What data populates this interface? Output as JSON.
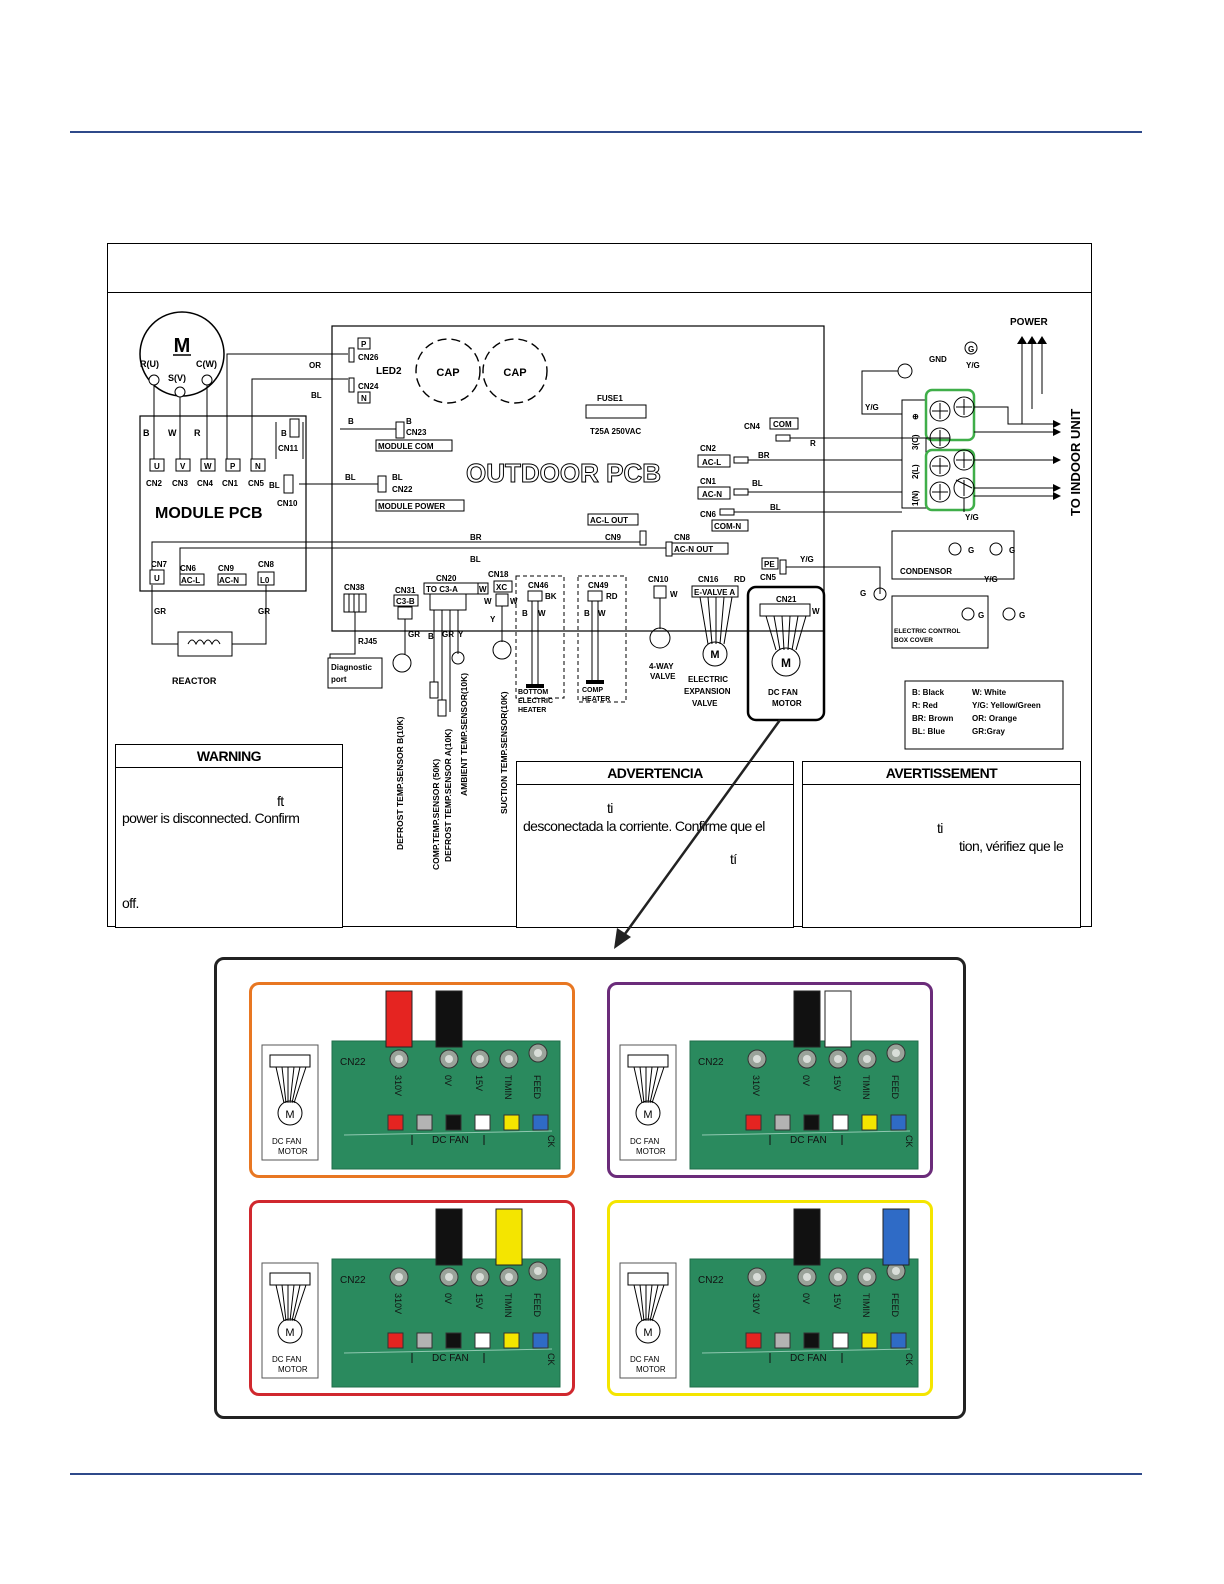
{
  "diagram": {
    "motor": {
      "symbol": "M",
      "terminals": [
        "R(U)",
        "S(V)",
        "C(W)"
      ]
    },
    "module_pcb": {
      "title": "MODULE PCB",
      "top_pins": [
        "U",
        "V",
        "W",
        "P",
        "N"
      ],
      "top_connectors": [
        "CN2",
        "CN3",
        "CN4",
        "CN1",
        "CN5"
      ],
      "wire_letters": [
        "B",
        "W",
        "R"
      ],
      "bottom_connectors": [
        "CN7",
        "CN6",
        "CN9",
        "CN8"
      ],
      "bottom_pins": [
        "U",
        "AC-L",
        "AC-N",
        "L0"
      ],
      "cn11": "CN11",
      "cn10": "CN10"
    },
    "reactor": {
      "label": "REACTOR",
      "wire": "GR"
    },
    "outdoor_pcb": {
      "title": "OUTDOOR PCB",
      "cap": "CAP",
      "led": "LED2",
      "fuse": "FUSE1",
      "fuse_rating": "T25A 250VAC",
      "p": "P",
      "n": "N",
      "cn26": "CN26",
      "cn24": "CN24",
      "cn23": "CN23",
      "cn22": "CN22",
      "module_com": "MODULE COM",
      "module_power": "MODULE POWER",
      "cn4": "CN4",
      "com": "COM",
      "cn2": "CN2",
      "acl": "AC-L",
      "cn1": "CN1",
      "acn": "AC-N",
      "cn6": "CN6",
      "comn": "COM-N",
      "acl_out": "AC-L OUT",
      "cn9": "CN9",
      "cn8": "CN8",
      "acn_out": "AC-N OUT",
      "pe": "PE",
      "cn5": "CN5"
    },
    "colors_short": {
      "b": "B",
      "w": "W",
      "r": "R",
      "or": "OR",
      "bl": "BL",
      "br": "BR",
      "yg": "Y/G",
      "g": "G",
      "rd": "RD",
      "bk": "BK",
      "gr": "GR",
      "y": "Y"
    },
    "lower_components": {
      "cn38": "CN38",
      "rj45": "RJ45",
      "diag1": "Diagnostic",
      "diag2": "port",
      "cn31": "CN31",
      "cb": "C3-B",
      "cn20": "CN20",
      "to_c3": "TO C3-A",
      "cn18": "CN18",
      "xc": "XC",
      "cn46": "CN46",
      "cn49": "CN49",
      "cn10": "CN10",
      "cn16": "CN16",
      "e_valve": "E-VALVE A",
      "cn21": "CN21",
      "defrost_b": "DEFROST TEMP.SENSOR B(10K)",
      "comp_temp": "COMP.TEMP.SENSOR (50K)",
      "defrost_a": "DEFROST TEMP.SENSOR A(10K)",
      "ambient": "AMBIENT TEMP.SENSOR(10K)",
      "suction": "SUCTION TEMP.SENSOR(10K)",
      "bottom_heater": [
        "BOTTOM",
        "ELECTRIC",
        "HEATER"
      ],
      "comp_heater": [
        "COMP",
        "HEATER"
      ],
      "four_way": [
        "4-WAY",
        "VALVE"
      ],
      "eev": [
        "ELECTRIC",
        "EXPANSION",
        "VALVE"
      ],
      "dc_fan": [
        "DC FAN",
        "MOTOR"
      ]
    },
    "right_side": {
      "power": "POWER",
      "gnd": "GND",
      "yg": "Y/G",
      "terminals": [
        "⊕",
        "3(C)",
        "2(L)",
        "1(N)"
      ],
      "to_indoor": "TO INDOOR UNIT",
      "condensor": "CONDENSOR",
      "ebox": [
        "ELECTRIC CONTROL",
        "BOX COVER"
      ]
    },
    "legend": [
      [
        "B:  Black",
        "W:  White"
      ],
      [
        "R:  Red",
        "Y/G:  Yellow/Green"
      ],
      [
        "BR:  Brown",
        "OR:  Orange"
      ],
      [
        "BL:  Blue",
        "GR:Gray"
      ]
    ]
  },
  "warnings": {
    "en_title": "WARNING",
    "en_lines": [
      "ft",
      "power is disconnected. Confirm",
      "off."
    ],
    "es_title": "ADVERTENCIA",
    "es_lines": [
      "ti",
      "desconectada la corriente. Confirme que el",
      "tí"
    ],
    "fr_title": "AVERTISSEMENT",
    "fr_lines": [
      "ti",
      "tion, vérifiez que le"
    ]
  },
  "detail": {
    "board_label": "CN22",
    "pin_labels": [
      "310V",
      "0V",
      "15V",
      "TIMIN",
      "FEED",
      "CK"
    ],
    "dc_fan_label": "DC FAN",
    "thumb_label": [
      "DC FAN",
      "MOTOR"
    ],
    "swatch_colors": [
      "#e52421",
      "#b3b3b3",
      "#111111",
      "#ffffff",
      "#f4e500",
      "#2f6bc6"
    ],
    "panels": [
      {
        "border": "#e87722",
        "probes": [
          {
            "color": "#e52421",
            "pin": 0
          },
          {
            "color": "#111111",
            "pin": 1
          }
        ]
      },
      {
        "border": "#6b2c7a",
        "probes": [
          {
            "color": "#111111",
            "pin": 1
          },
          {
            "color": "#ffffff",
            "pin": 2
          }
        ]
      },
      {
        "border": "#d0282e",
        "probes": [
          {
            "color": "#111111",
            "pin": 1
          },
          {
            "color": "#f4e500",
            "pin": 3
          }
        ]
      },
      {
        "border": "#f4e500",
        "probes": [
          {
            "color": "#111111",
            "pin": 1
          },
          {
            "color": "#2f6bc6",
            "pin": 4
          }
        ]
      }
    ]
  }
}
